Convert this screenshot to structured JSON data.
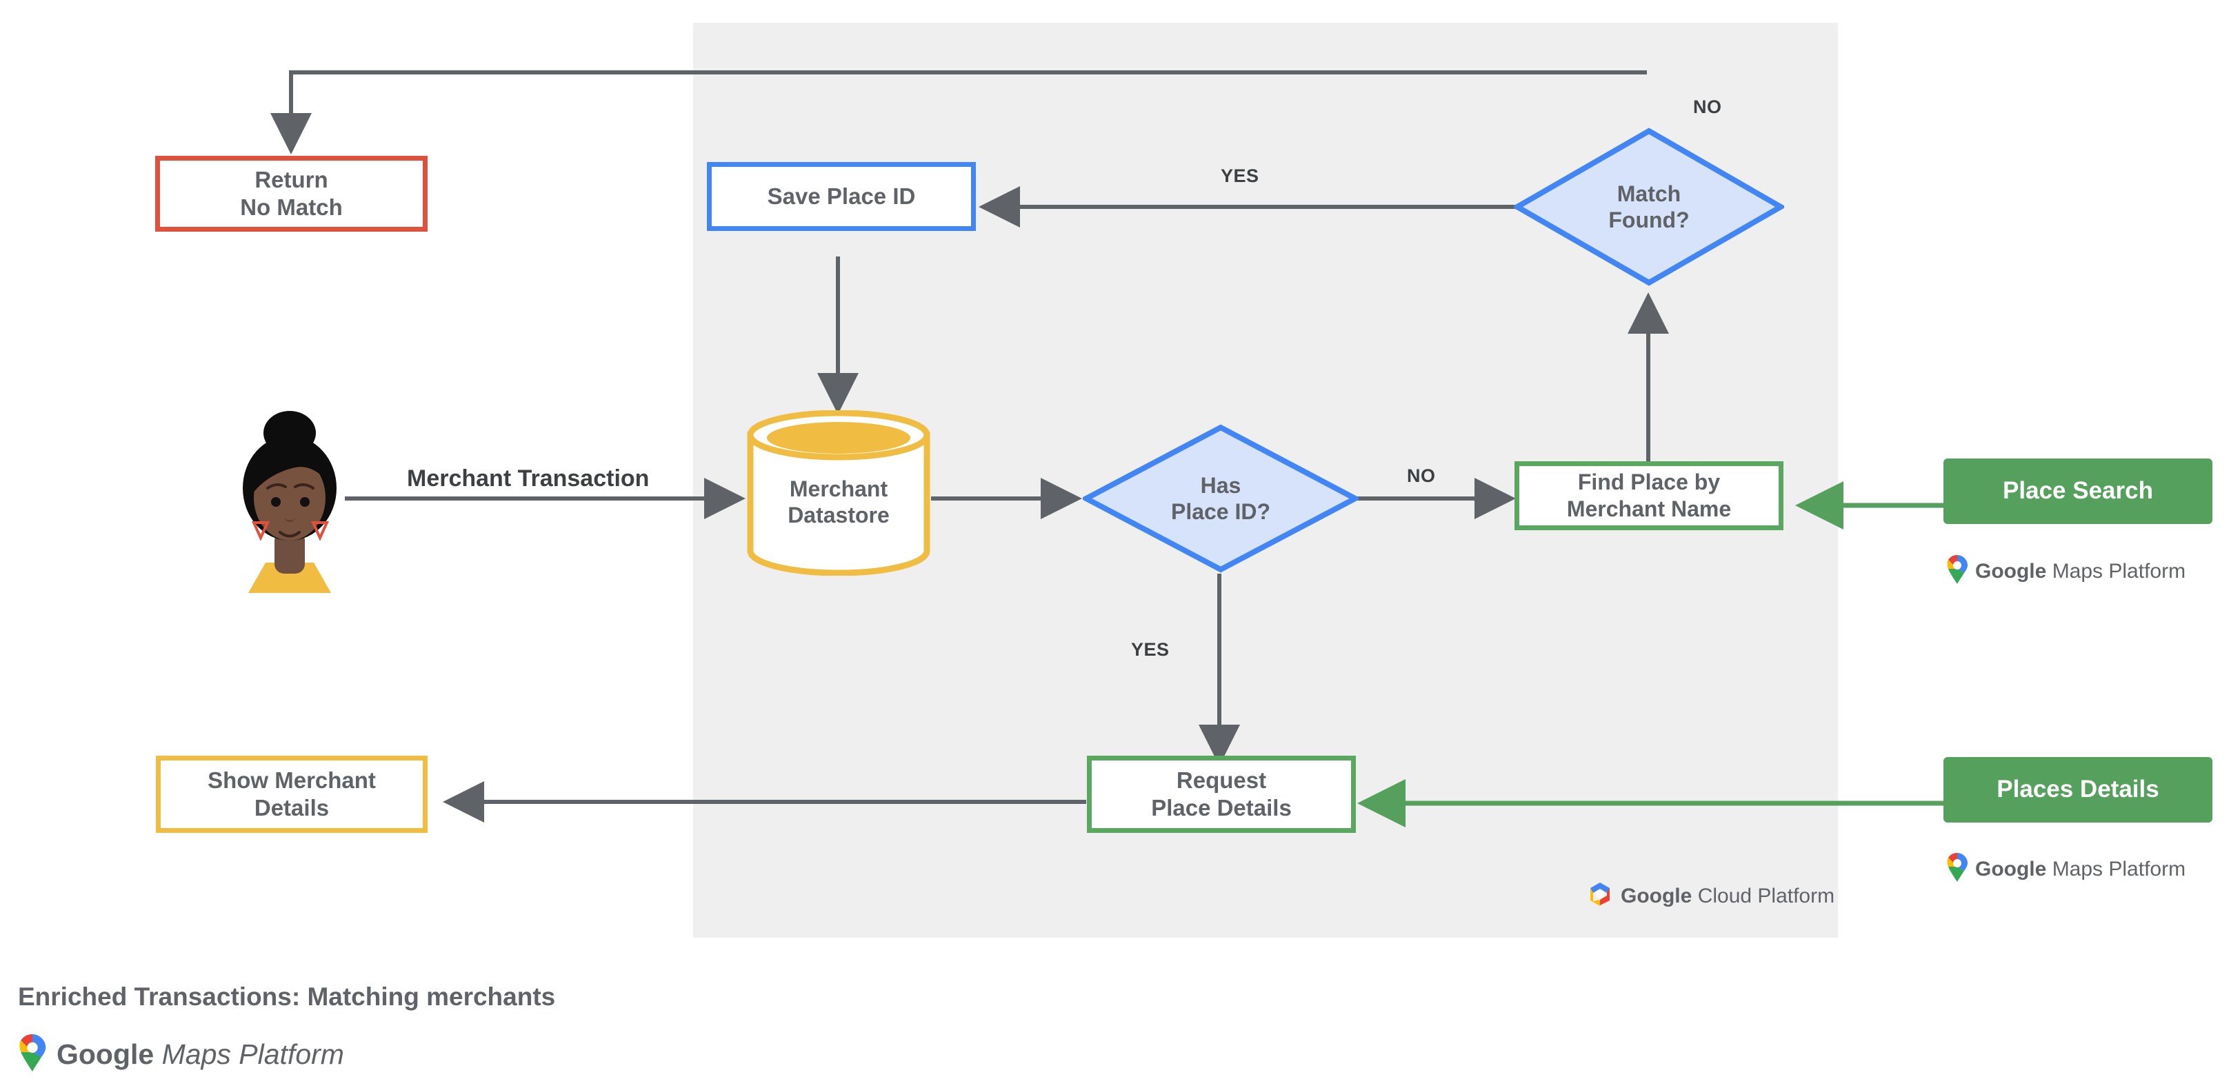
{
  "caption": {
    "title": "Enriched Transactions: Matching merchants",
    "brand_bold": "Google",
    "brand_light": "Maps Platform"
  },
  "panel": {
    "platform_badge": {
      "brand_bold": "Google",
      "brand_light": "Cloud Platform",
      "icon": "google-cloud-hexagon-icon"
    }
  },
  "actor": {
    "icon": "user-avatar-icon",
    "edge_label": "Merchant Transaction"
  },
  "nodes": {
    "return_no_match": {
      "line1": "Return",
      "line2": "No Match",
      "accent": "#e0513c"
    },
    "save_place_id": {
      "line1": "Save Place ID",
      "accent": "#4285f4"
    },
    "merchant_datastore": {
      "line1": "Merchant",
      "line2": "Datastore",
      "accent": "#f0bd42"
    },
    "has_place_id": {
      "line1": "Has",
      "line2": "Place ID?",
      "accent": "#4285f4",
      "fill": "#d7e3fb"
    },
    "match_found": {
      "line1": "Match",
      "line2": "Found?",
      "accent": "#4285f4",
      "fill": "#d7e3fb"
    },
    "find_place_by_merchant_name": {
      "line1": "Find Place by",
      "line2": "Merchant Name",
      "accent": "#5aa75f"
    },
    "request_place_details": {
      "line1": "Request",
      "line2": "Place Details",
      "accent": "#5aa75f"
    },
    "show_merchant_details": {
      "line1": "Show Merchant",
      "line2": "Details",
      "accent": "#f0bd42"
    },
    "place_search": {
      "line1": "Place Search",
      "fill": "#55a05c"
    },
    "places_details": {
      "line1": "Places Details",
      "fill": "#55a05c"
    }
  },
  "edge_labels": {
    "match_found_no": "NO",
    "match_found_yes": "YES",
    "has_place_id_no": "NO",
    "has_place_id_yes": "YES"
  },
  "api_lockups": {
    "place_search": {
      "brand_bold": "Google",
      "brand_light": "Maps Platform",
      "icon": "google-maps-pin-icon"
    },
    "places_details": {
      "brand_bold": "Google",
      "brand_light": "Maps Platform",
      "icon": "google-maps-pin-icon"
    }
  },
  "colors": {
    "panel_bg": "#efefef",
    "edge": "#5f6368",
    "green_edge": "#55a05c"
  }
}
